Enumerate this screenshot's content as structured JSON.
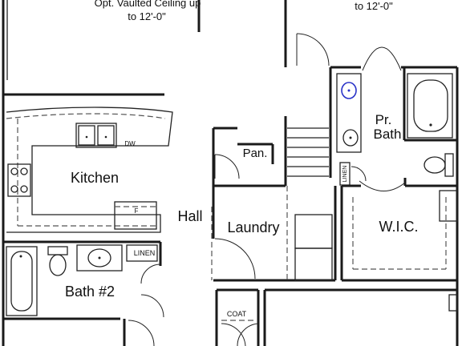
{
  "floorplan": {
    "notes": {
      "vaulted_left_line1": "Opt. Vaulted Ceiling up",
      "vaulted_left_line2": "to 12'-0\"",
      "vaulted_right": "to 12'-0\""
    },
    "rooms": {
      "kitchen": "Kitchen",
      "pantry": "Pan.",
      "hall": "Hall",
      "laundry": "Laundry",
      "pr_bath_line1": "Pr.",
      "pr_bath_line2": "Bath",
      "wic": "W.I.C.",
      "bath2": "Bath #2"
    },
    "fixture_labels": {
      "dishwasher": "DW",
      "fridge": "F",
      "linen_bath2": "LINEN",
      "linen_pr": "LINEN",
      "coat": "COAT"
    },
    "colors": {
      "wall": "#1a1a1a",
      "sink_accent": "#2a33c8"
    }
  }
}
